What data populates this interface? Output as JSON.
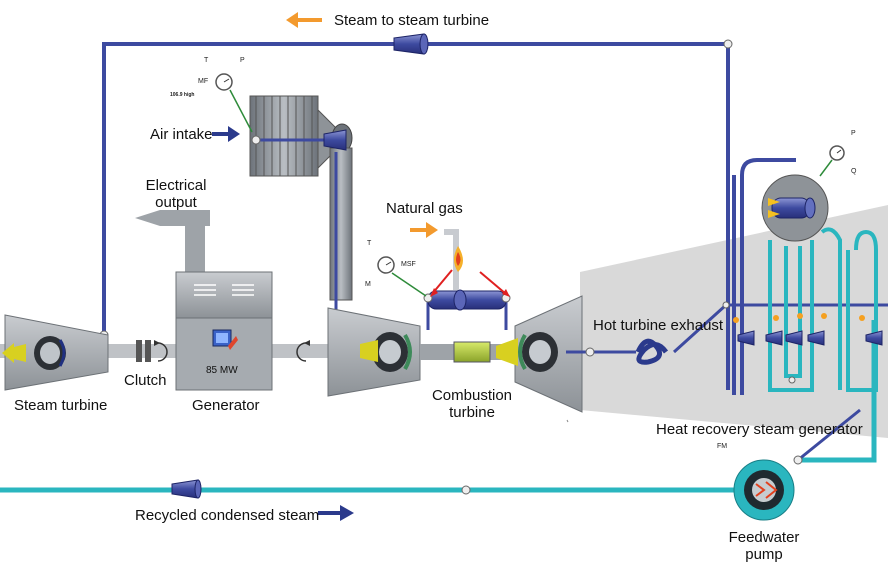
{
  "labels": {
    "steam_to_turbine": "Steam to steam turbine",
    "air_intake": "Air intake",
    "electrical_output_1": "Electrical",
    "electrical_output_2": "output",
    "natural_gas": "Natural gas",
    "hot_turbine_exhaust": "Hot turbine exhaust",
    "clutch": "Clutch",
    "steam_turbine": "Steam turbine",
    "generator": "Generator",
    "combustion_turbine_1": "Combustion",
    "combustion_turbine_2": "turbine",
    "hrsg": "Heat recovery steam generator",
    "recycled_condensed_steam": "Recycled condensed steam",
    "feedwater_pump_1": "Feedwater",
    "feedwater_pump_2": "pump"
  },
  "generator": {
    "output": "85 MW"
  },
  "instruments": {
    "air_intake_gauge": {
      "t": "T",
      "p": "P",
      "mf": "MF",
      "reading": "106.9 high"
    },
    "gas_gauge": {
      "t": "T",
      "m": "M",
      "msf": "MSF"
    },
    "drum_gauge": {
      "p": "P",
      "q": "Q"
    },
    "pump_meter": {
      "fm": "FM"
    }
  },
  "colors": {
    "steam_pipe": "#3d4aa0",
    "water_pipe": "#2ab6bf",
    "flow_arrow": "#2b3a8c",
    "steam_arrow": "#f39a2e",
    "equipment_gray": "#9ea3a8",
    "turbine_green": "#3e8a5a",
    "hrsg_shell": "#d9d9d9"
  }
}
